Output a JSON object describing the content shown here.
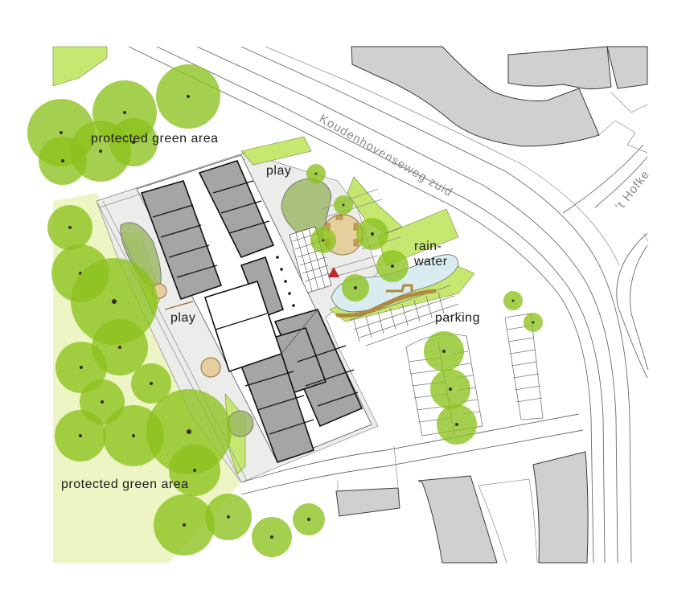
{
  "map": {
    "type": "site plan",
    "labels": {
      "protected_green_top": "protected green area",
      "protected_green_bottom": "protected green area",
      "play_north": "play",
      "play_west": "play",
      "rainwater_line1": "rain-",
      "rainwater_line2": "water",
      "parking": "parking"
    },
    "streets": {
      "main_road": "Koudenhovenseweg zuid",
      "side_road": "'t Hofke"
    },
    "colors": {
      "tree": "#8cc21c",
      "grass": "#c6e871",
      "protected_area": "#eef5c4",
      "paving": "#ececea",
      "building_rooms": "#a5a5a5",
      "neighbour_buildings": "#d0d0d0",
      "water": "#d9ecef",
      "sand": "#e6cf9e",
      "entrance_marker": "#c0242c",
      "street_label": "#8a8a8a"
    },
    "icons": {
      "entrance_marker": "red-triangle",
      "tree": "green-circle-with-trunk-dot"
    }
  }
}
